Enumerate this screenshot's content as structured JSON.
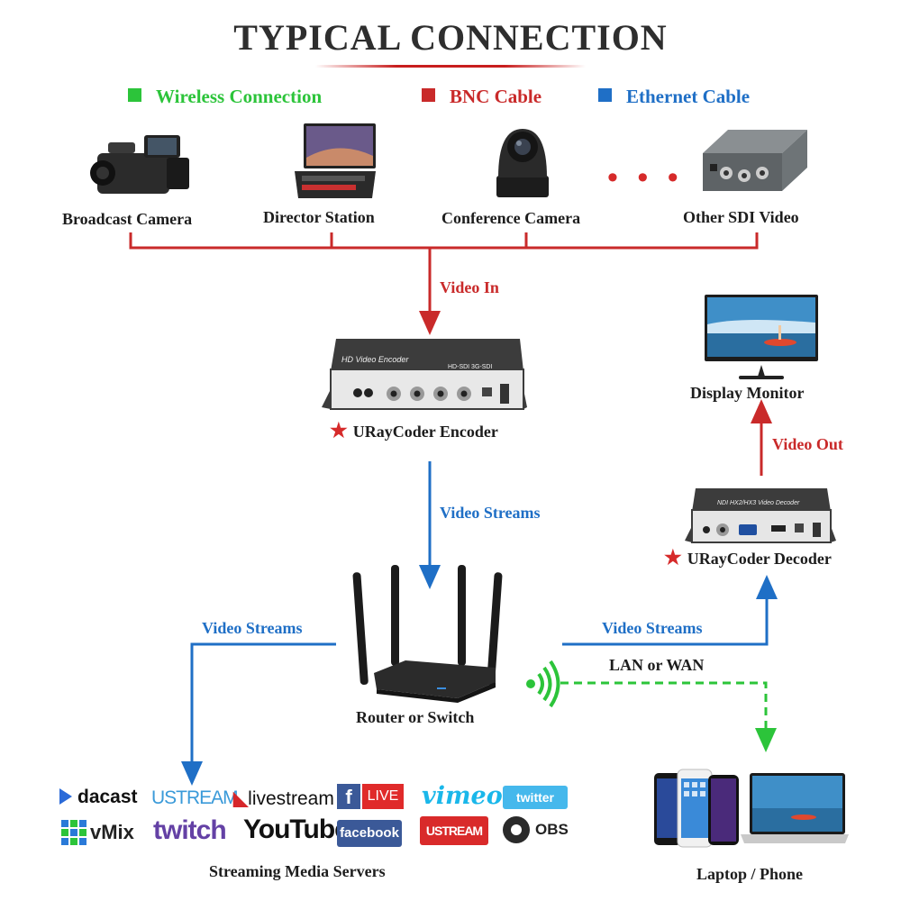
{
  "title": "TYPICAL CONNECTION",
  "legend": {
    "wireless": {
      "label": "Wireless Connection",
      "color": "#2cc43a"
    },
    "bnc": {
      "label": "BNC Cable",
      "color": "#c92a2a"
    },
    "ethernet": {
      "label": "Ethernet Cable",
      "color": "#1f6fc6"
    }
  },
  "sources": {
    "broadcast_camera": "Broadcast Camera",
    "director_station": "Director Station",
    "conference_camera": "Conference Camera",
    "ellipsis": "• • •",
    "other_sdi": "Other SDI Video"
  },
  "encoder": {
    "label": "URayCoder Encoder",
    "star": "★",
    "panel_title": "HD Video Encoder",
    "panel_sub": "HD-SDI 3G-SDI"
  },
  "decoder": {
    "label": "URayCoder Decoder",
    "star": "★",
    "panel_title": "NDI HX2/HX3 Video Decoder"
  },
  "display_monitor": "Display Monitor",
  "router": "Router or Switch",
  "flows": {
    "video_in": "Video  In",
    "video_streams_down": "Video Streams",
    "video_streams_left": "Video Streams",
    "video_streams_right": "Video Streams",
    "video_out": "Video Out",
    "lan_wan": "LAN or WAN"
  },
  "streaming": {
    "caption": "Streaming Media Servers",
    "logos": [
      "dacast",
      "USTREAM",
      "livestream",
      "LIVE",
      "vimeo",
      "twitter",
      "vMix",
      "twitch",
      "YouTube",
      "facebook",
      "USTREAM",
      "OBS"
    ]
  },
  "laptop_phone": "Laptop / Phone"
}
